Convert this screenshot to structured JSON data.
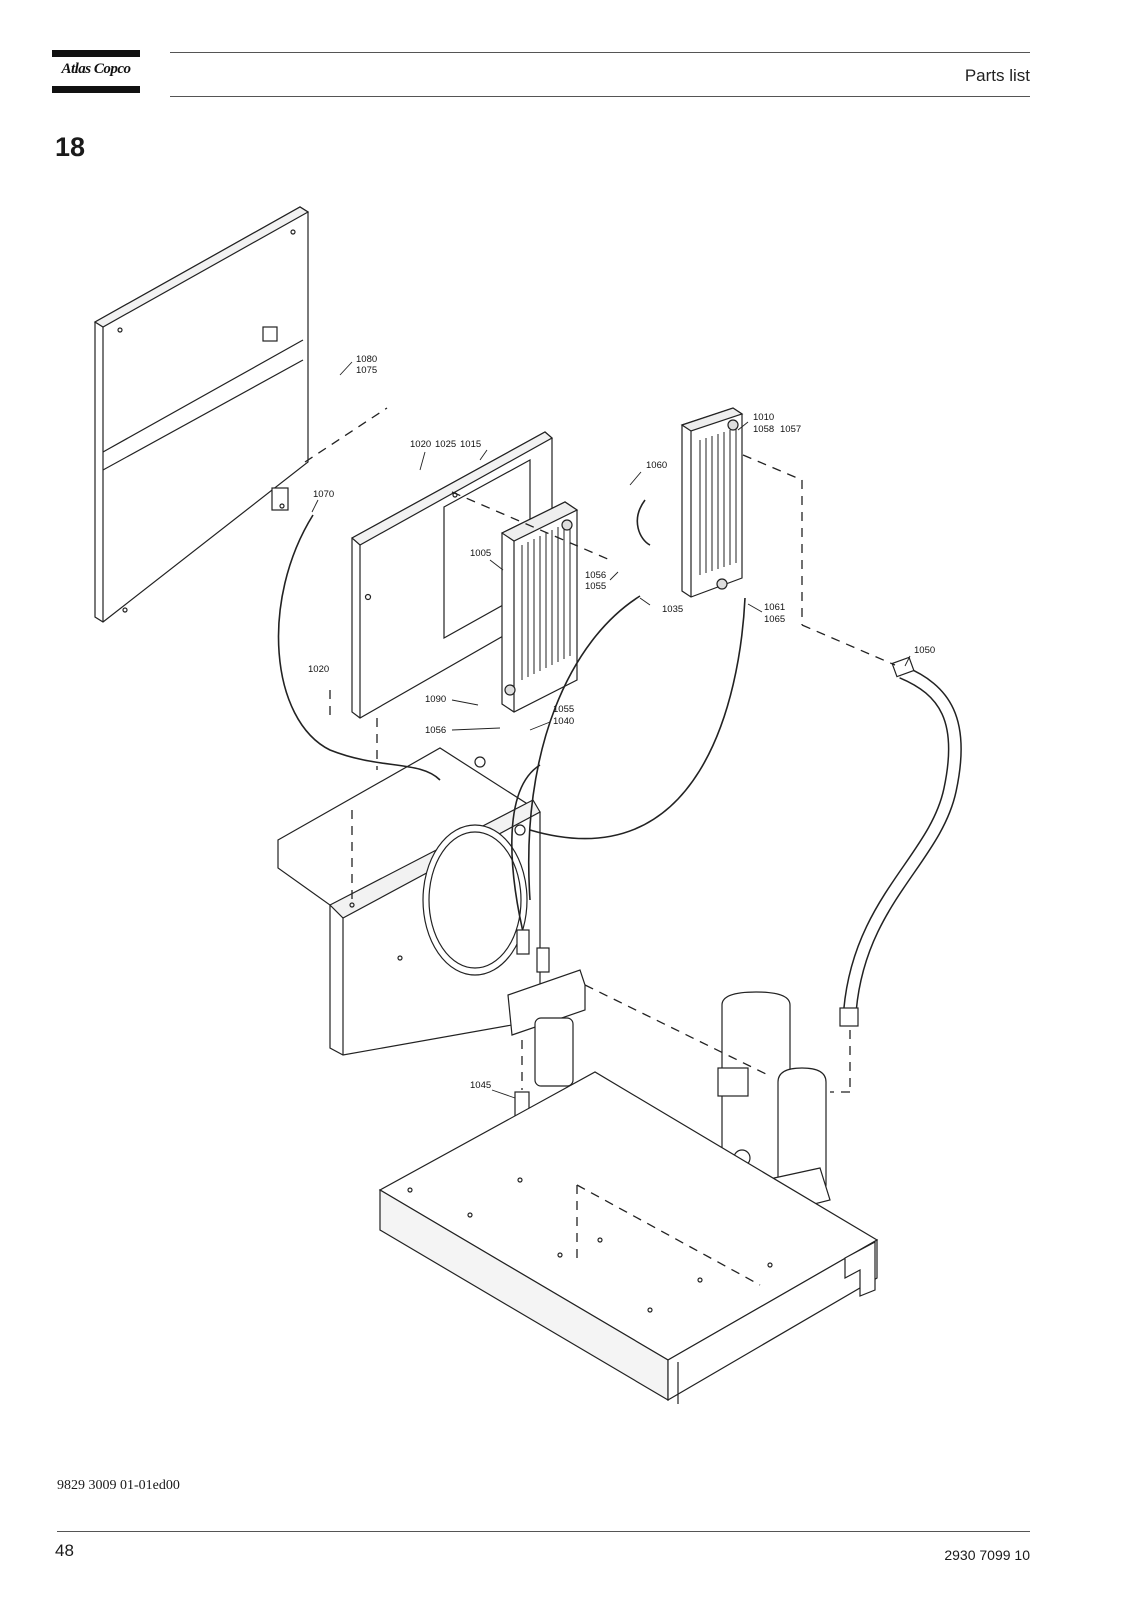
{
  "header": {
    "logo_text": "Atlas Copco",
    "title": "Parts list"
  },
  "section_number": "18",
  "callouts": {
    "c1080": "1080",
    "c1075": "1075",
    "c1070": "1070",
    "c1020a": "1020",
    "c1025": "1025",
    "c1015": "1015",
    "c1005": "1005",
    "c1020b": "1020",
    "c1090": "1090",
    "c1056a": "1056",
    "c1055a": "1055",
    "c1040": "1040",
    "c1060": "1060",
    "c1010": "1010",
    "c1058": "1058",
    "c1057": "1057",
    "c1056b": "1056",
    "c1055b": "1055",
    "c1035": "1035",
    "c1061": "1061",
    "c1065": "1065",
    "c1050": "1050",
    "c1045": "1045"
  },
  "footer": {
    "doc_code": "9829 3009 01-01ed00",
    "page_number": "48",
    "order_number": "2930 7099 10"
  }
}
